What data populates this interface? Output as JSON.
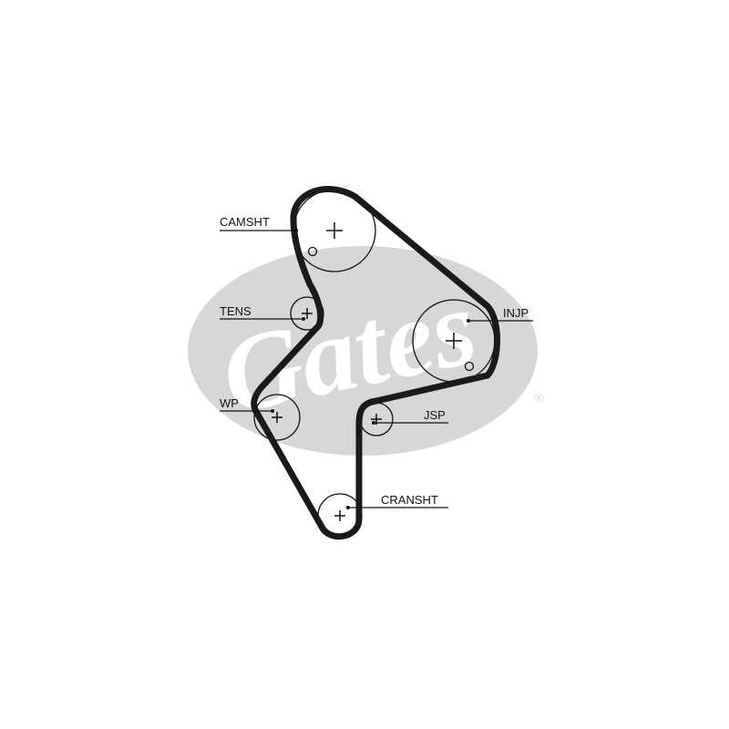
{
  "logo": {
    "text": "Gates",
    "registered_mark": "®"
  },
  "colors": {
    "background": "#ffffff",
    "watermark": "#d7d7d7",
    "belt": "#1a1a1a",
    "line": "#111111"
  },
  "components": {
    "camshaft": {
      "label": "CAMSHT"
    },
    "tensioner": {
      "label": "TENS"
    },
    "water_pump": {
      "label": "WP"
    },
    "injection_pump": {
      "label": "INJP"
    },
    "jackshaft": {
      "label": "JSP"
    },
    "crankshaft": {
      "label": "CRANSHT"
    }
  }
}
